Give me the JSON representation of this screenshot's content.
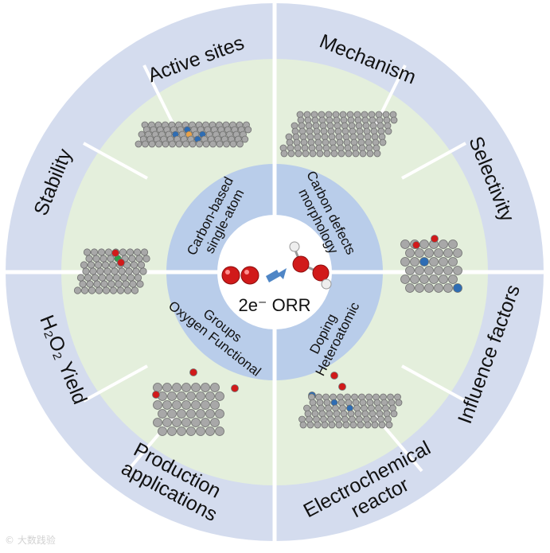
{
  "colors": {
    "outer_ring": "#d4dcee",
    "middle_ring": "#e4efdc",
    "inner_ring": "#b9cdea",
    "center": "#ffffff",
    "oxygen": "#d11a1a",
    "carbon": "#a8a8a8",
    "nitrogen": "#2e6db4",
    "metal": "#e8a24a",
    "heteroatom": "#2aa24a",
    "arrow": "#4f86c6"
  },
  "outer_segments": [
    {
      "id": "active-sites",
      "lines": [
        "Active sites"
      ]
    },
    {
      "id": "mechanism",
      "lines": [
        "Mechanism"
      ]
    },
    {
      "id": "selectivity",
      "lines": [
        "Selectivity"
      ]
    },
    {
      "id": "influence-factors",
      "lines": [
        "Influence factors"
      ]
    },
    {
      "id": "electrochemical-reactor",
      "lines": [
        "Electrochemical",
        "reactor"
      ]
    },
    {
      "id": "production-applications",
      "lines": [
        "Production",
        "applications"
      ]
    },
    {
      "id": "h2o2-yield",
      "lines": [
        "H₂O₂ Yield"
      ]
    },
    {
      "id": "stability",
      "lines": [
        "Stability"
      ]
    }
  ],
  "inner_segments": [
    {
      "id": "carbon-single-atom",
      "lines": [
        "Carbon-based",
        "single-atom"
      ]
    },
    {
      "id": "carbon-defects",
      "lines": [
        "Carbon defects",
        "morphology"
      ]
    },
    {
      "id": "doping",
      "lines": [
        "Doping",
        "Heteroatomic"
      ]
    },
    {
      "id": "oxygen-groups",
      "lines": [
        "Groups",
        "Oxygen Functional"
      ]
    }
  ],
  "center": {
    "label": "2e⁻ ORR",
    "icons": [
      "o2-molecule-icon",
      "arrow-icon",
      "h2o2-molecule-icon"
    ]
  },
  "watermark": "© 大数践验"
}
